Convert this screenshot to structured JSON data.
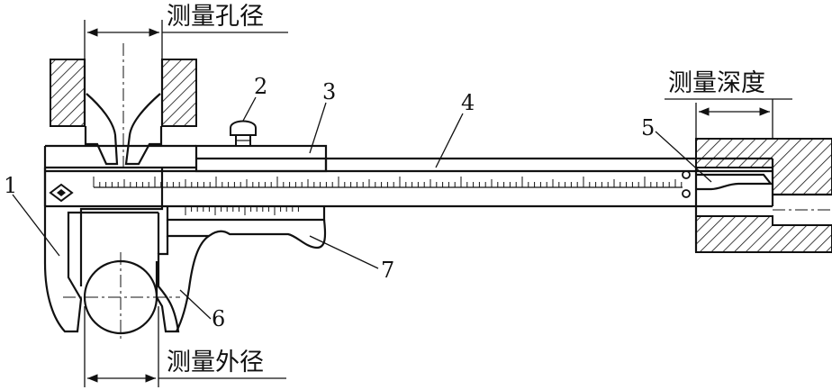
{
  "labels": {
    "bore": "测量孔径",
    "depth": "测量深度",
    "outer": "测量外径"
  },
  "callouts": [
    "1",
    "2",
    "3",
    "4",
    "5",
    "6",
    "7"
  ],
  "colors": {
    "ink": "#111111",
    "background": "#ffffff"
  }
}
